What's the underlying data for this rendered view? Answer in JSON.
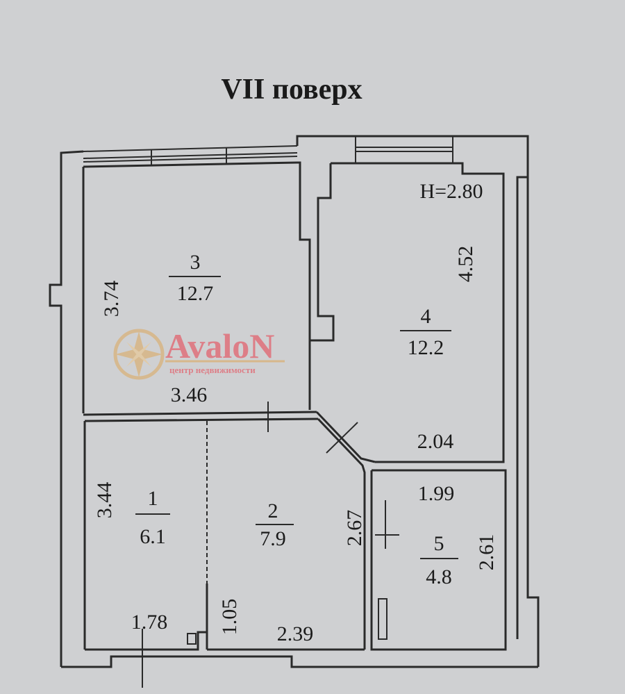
{
  "title": "VII поверх",
  "ceiling_height": "H=2.80",
  "rooms": [
    {
      "number": "1",
      "area": "6.1"
    },
    {
      "number": "2",
      "area": "7.9"
    },
    {
      "number": "3",
      "area": "12.7"
    },
    {
      "number": "4",
      "area": "12.2"
    },
    {
      "number": "5",
      "area": "4.8"
    }
  ],
  "dimensions": {
    "room3_height": "3.74",
    "room3_width": "3.46",
    "room4_height": "4.52",
    "room4_width": "2.04",
    "room5_width": "1.99",
    "room5_height": "2.61",
    "room1_height": "3.44",
    "room1_width": "1.78",
    "room2_height": "2.67",
    "room2_width": "2.39",
    "room2_niche": "1.05"
  },
  "watermark": {
    "brand": "AvaloN",
    "tagline": "центр недвижимости",
    "color": "#e0707a"
  }
}
